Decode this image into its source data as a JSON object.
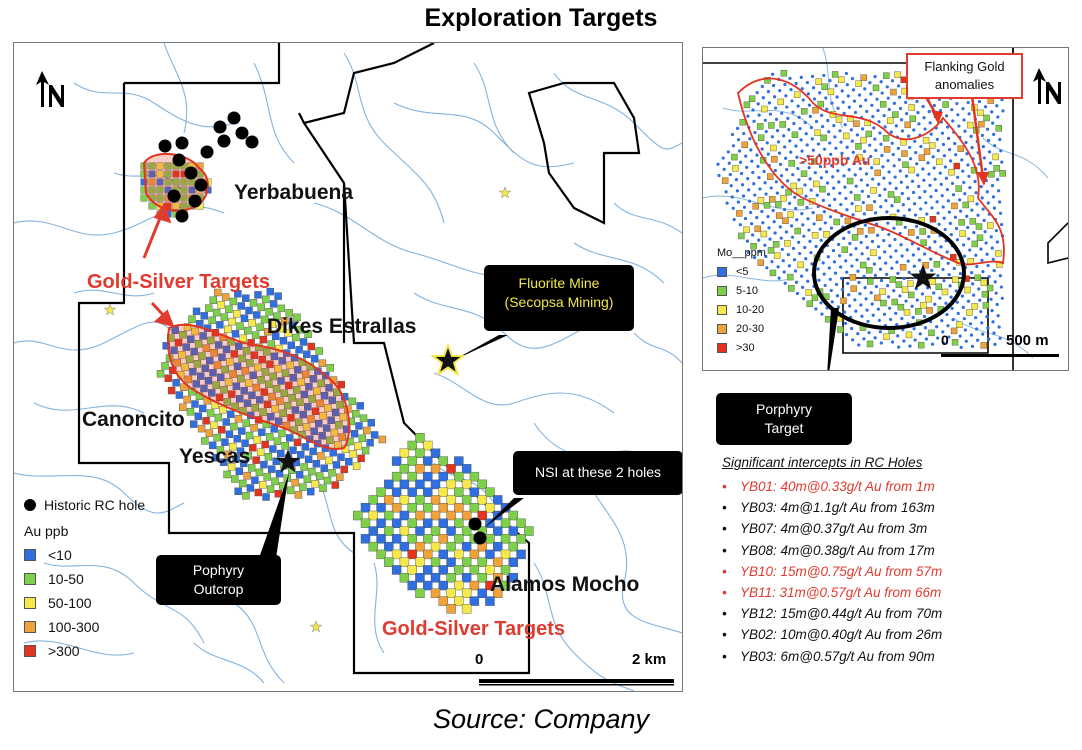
{
  "title": "Exploration Targets",
  "source": "Source: Company",
  "colors": {
    "red_accent": "#e03b2e",
    "river": "#6ea6d8",
    "au_lt10": "#2f6fe0",
    "au_10_50": "#7ed04b",
    "au_50_100": "#f5e84a",
    "au_100_300": "#f0a23a",
    "au_gt300": "#e3341f"
  },
  "main_map": {
    "north_icon": "north-arrow-icon",
    "labels": {
      "yerbabuena": "Yerbabuena",
      "gold_silver_targets_1": "Gold-Silver Targets",
      "dikes_estrallas": "Dikes Estrallas",
      "canoncito": "Canoncito",
      "yescas": "Yescas",
      "alamos_mocho": "Alamos Mocho",
      "gold_silver_targets_2": "Gold-Silver Targets"
    },
    "callouts": {
      "fluorite_line1": "Fluorite Mine",
      "fluorite_line2": "(Secopsa Mining)",
      "nsi": "NSI at these 2 holes",
      "porphyry_line1": "Pophyry",
      "porphyry_line2": "Outcrop"
    },
    "legend": {
      "historic_rc": "Historic RC hole",
      "title": "Au ppb",
      "items": [
        {
          "label": "<10",
          "color": "#2f6fe0"
        },
        {
          "label": "10-50",
          "color": "#7ed04b"
        },
        {
          "label": "50-100",
          "color": "#f5e84a"
        },
        {
          "label": "100-300",
          "color": "#f0a23a"
        },
        {
          "label": ">300",
          "color": "#e3341f"
        }
      ]
    },
    "scale": {
      "start": "0",
      "end": "2 km"
    }
  },
  "inset_map": {
    "callout_flanking_line1": "Flanking Gold",
    "callout_flanking_line2": "anomalies",
    "label_50ppb": ">50ppb Au",
    "legend": {
      "title": "Mo__ppm",
      "items": [
        {
          "label": "<5",
          "color": "#2f6fe0"
        },
        {
          "label": "5-10",
          "color": "#7ed04b"
        },
        {
          "label": "10-20",
          "color": "#f5e84a"
        },
        {
          "label": "20-30",
          "color": "#f0a23a"
        },
        {
          "label": ">30",
          "color": "#e3341f"
        }
      ]
    },
    "scale": {
      "start": "0",
      "end": "500 m"
    },
    "porphyry_line1": "Porphyry",
    "porphyry_line2": "Target"
  },
  "intercepts": {
    "heading": "Significant intercepts in RC Holes",
    "items": [
      {
        "text": "YB01: 40m@0.33g/t Au from 1m",
        "highlight": true
      },
      {
        "text": "YB03: 4m@1.1g/t Au from 163m",
        "highlight": false
      },
      {
        "text": "YB07: 4m@0.37g/t Au from 3m",
        "highlight": false
      },
      {
        "text": "YB08: 4m@0.38g/t Au from 17m",
        "highlight": false
      },
      {
        "text": "YB10: 15m@0.75g/t Au from 57m",
        "highlight": true
      },
      {
        "text": "YB11: 31m@0.57g/t Au from 66m",
        "highlight": true
      },
      {
        "text": "YB12: 15m@0.44g/t Au from 70m",
        "highlight": false
      },
      {
        "text": "YB02: 10m@0.40g/t Au from 26m",
        "highlight": false
      },
      {
        "text": "YB03: 6m@0.57g/t Au from 90m",
        "highlight": false
      }
    ]
  }
}
